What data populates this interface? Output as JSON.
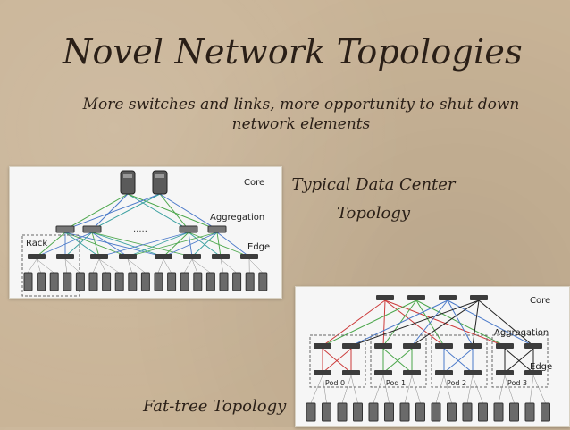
{
  "slide": {
    "title": "Novel Network Topologies",
    "subtitle": "More switches and links, more opportunity to shut down network elements",
    "dc_caption": "Typical Data Center Topology",
    "ft_caption": "Fat-tree Topology"
  },
  "dc_diagram": {
    "labels": {
      "core": "Core",
      "aggregation": "Aggregation",
      "edge": "Edge",
      "rack": "Rack",
      "ellipsis": "....."
    }
  },
  "ft_diagram": {
    "labels": {
      "core": "Core",
      "aggregation": "Aggregation",
      "edge": "Edge"
    },
    "pods": [
      "Pod 0",
      "Pod 1",
      "Pod 2",
      "Pod 3"
    ]
  },
  "colors": {
    "background": "#c9b497",
    "link_green": "#4aa64a",
    "link_blue": "#4a79c9",
    "link_red": "#cc3a3a",
    "link_teal": "#3aa0a0",
    "link_black": "#222222",
    "switch": "#3c3c3c"
  }
}
